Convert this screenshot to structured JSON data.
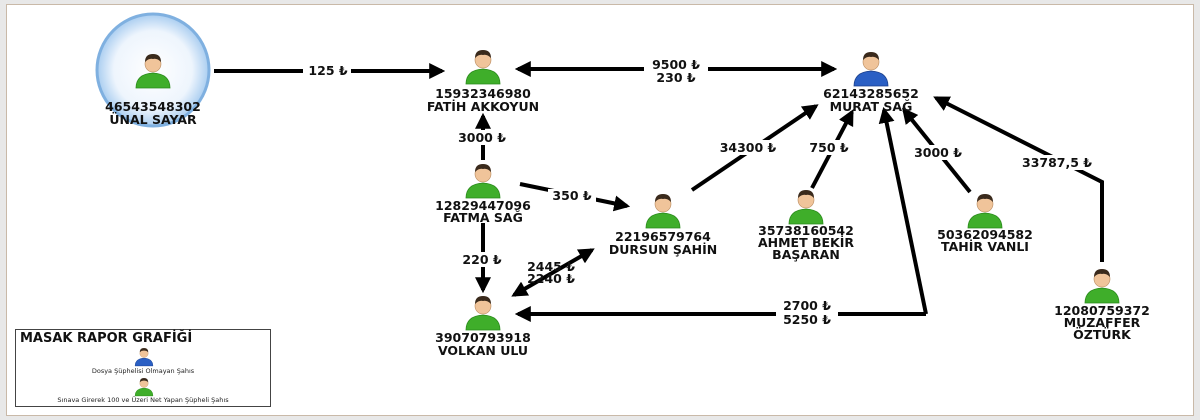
{
  "nodes": {
    "unal": {
      "id": "46543548302",
      "name": "ÜNAL SAYAR"
    },
    "fatih": {
      "id": "15932346980",
      "name": "FATİH AKKOYUN"
    },
    "murat": {
      "id": "62143285652",
      "name": "MURAT SAĞ"
    },
    "fatma": {
      "id": "12829447096",
      "name": "FATMA SAĞ"
    },
    "dursun": {
      "id": "22196579764",
      "name": "DURSUN ŞAHİN"
    },
    "ahmet": {
      "id": "35738160542",
      "name1": "AHMET BEKİR",
      "name2": "BAŞARAN"
    },
    "tahir": {
      "id": "50362094582",
      "name": "TAHİR VANLI"
    },
    "volkan": {
      "id": "39070793918",
      "name": "VOLKAN ULU"
    },
    "muzaffer": {
      "id": "12080759372",
      "name1": "MUZAFFER",
      "name2": "ÖZTÜRK"
    }
  },
  "edges": {
    "unal_fatih": "125 ₺",
    "fatih_murat_1": "9500 ₺",
    "fatih_murat_2": "230 ₺",
    "fatma_fatih": "3000 ₺",
    "fatma_dursun": "350 ₺",
    "fatma_volkan": "220 ₺",
    "volkan_dursun_1": "2445 ₺",
    "volkan_dursun_2": "2240 ₺",
    "dursun_murat": "34300 ₺",
    "ahmet_murat": "750 ₺",
    "tahir_murat": "3000 ₺",
    "muzaffer_murat": "33787,5 ₺",
    "volkan_murat_1": "2700 ₺",
    "volkan_murat_2": "5250 ₺"
  },
  "legend": {
    "title": "MASAK RAPOR GRAFİĞİ",
    "item1": "Dosya Şüphelisi Olmayan Şahıs",
    "item2": "Sınava Girerek 100 ve Üzeri Net Yapan Şüpheli Şahıs"
  },
  "colors": {
    "suspect": "#3fae2a",
    "non_suspect": "#2a5fc4",
    "arrow": "#000000",
    "highlight": "#9cc3ec"
  }
}
